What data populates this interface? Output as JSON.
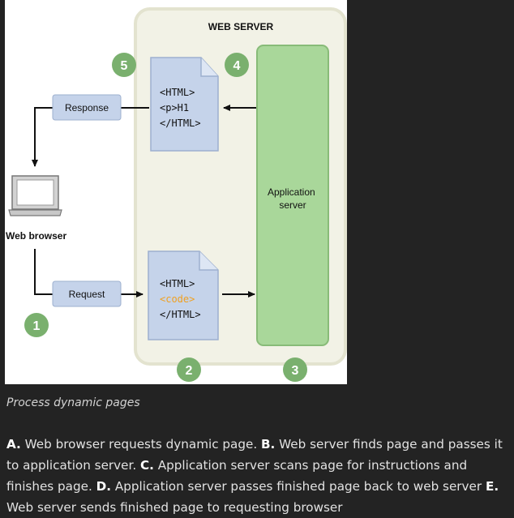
{
  "diagram": {
    "server_title": "WEB SERVER",
    "app_server_label": [
      "Application",
      "server"
    ],
    "browser_label": "Web browser",
    "response_label": "Response",
    "request_label": "Request",
    "doc_top_lines": [
      "<HTML>",
      "<p>H1",
      "</HTML>"
    ],
    "doc_bottom_lines": [
      "<HTML>",
      "<code>",
      "</HTML>"
    ],
    "steps": [
      "1",
      "2",
      "3",
      "4",
      "5"
    ],
    "colors": {
      "server_fill": "#f2f2e6",
      "server_border": "#e3e3cf",
      "app_server_fill": "#a9d79a",
      "app_server_border": "#88bb78",
      "doc_fill": "#c5d3ea",
      "doc_border": "#9db0cf",
      "label_box_fill": "#c5d3ea",
      "step_circle": "#7ab06e",
      "code_highlight": "#f0a020"
    }
  },
  "caption": "Process dynamic pages",
  "description": [
    {
      "key": "A.",
      "text": " Web browser requests dynamic page. "
    },
    {
      "key": "B.",
      "text": " Web server finds page and passes it to application server. "
    },
    {
      "key": "C.",
      "text": " Application server scans page for instructions and finishes page. "
    },
    {
      "key": "D.",
      "text": " Application server passes finished page back to web server "
    },
    {
      "key": "E.",
      "text": " Web server sends finished page to requesting browser"
    }
  ]
}
